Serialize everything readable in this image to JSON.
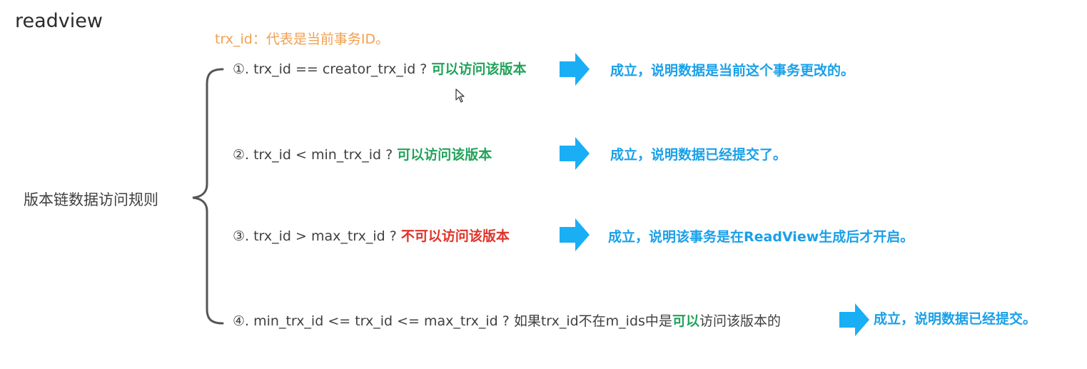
{
  "title": "readview",
  "note": "trx_id：代表是当前事务ID。",
  "root_label": "版本链数据访问规则",
  "rules": [
    {
      "condition": "①. trx_id  == creator_trx_id ? ",
      "verdict": "可以访问该版本",
      "result": "成立，说明数据是当前这个事务更改的。"
    },
    {
      "condition": "②. trx_id < min_trx_id ? ",
      "verdict": "可以访问该版本",
      "result": "成立，说明数据已经提交了。"
    },
    {
      "condition": "③. trx_id > max_trx_id ?  ",
      "verdict": "不可以访问该版本",
      "result": "成立，说明该事务是在ReadView生成后才开启。"
    },
    {
      "condition": "④. min_trx_id <= trx_id <= max_trx_id ?  如果trx_id不在m_ids中是",
      "verdict": "可以",
      "suffix": "访问该版本的",
      "result": "成立，说明数据已经提交。"
    }
  ],
  "colors": {
    "note": "#f0a050",
    "green": "#22a35a",
    "red": "#e0332a",
    "result": "#1aa0e8",
    "arrow": "#1aaef5",
    "brace": "#555555"
  }
}
